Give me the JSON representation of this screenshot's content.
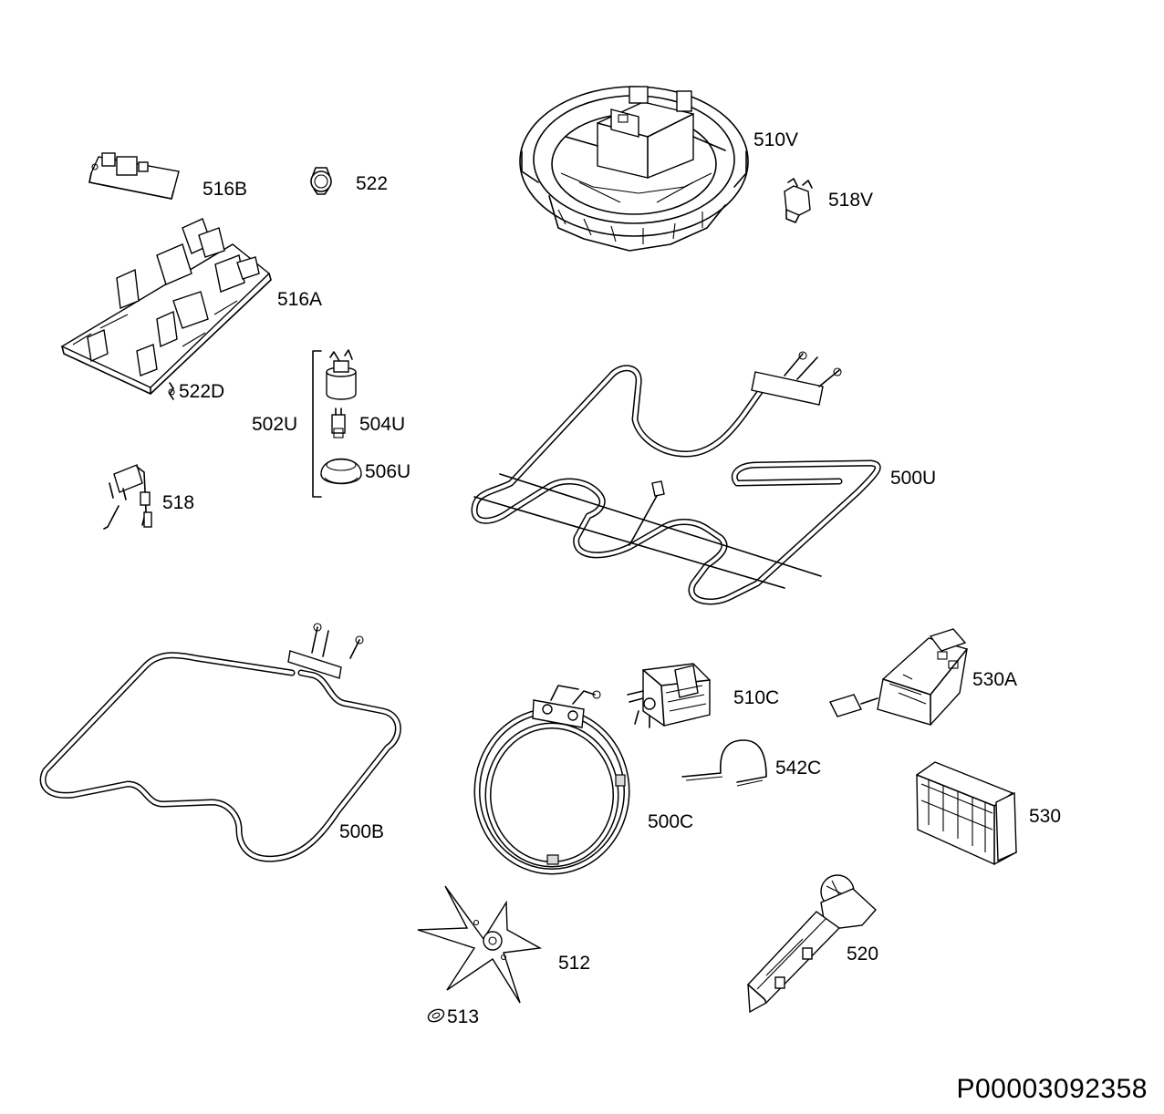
{
  "diagram": {
    "document_id": "P00003092358",
    "parts": [
      {
        "id": "516B",
        "label": "516B"
      },
      {
        "id": "522",
        "label": "522"
      },
      {
        "id": "510V",
        "label": "510V"
      },
      {
        "id": "518V",
        "label": "518V"
      },
      {
        "id": "516A",
        "label": "516A"
      },
      {
        "id": "522D",
        "label": "522D"
      },
      {
        "id": "502U",
        "label": "502U"
      },
      {
        "id": "504U",
        "label": "504U"
      },
      {
        "id": "506U",
        "label": "506U"
      },
      {
        "id": "518",
        "label": "518"
      },
      {
        "id": "500U",
        "label": "500U"
      },
      {
        "id": "500B",
        "label": "500B"
      },
      {
        "id": "510C",
        "label": "510C"
      },
      {
        "id": "530A",
        "label": "530A"
      },
      {
        "id": "542C",
        "label": "542C"
      },
      {
        "id": "500C",
        "label": "500C"
      },
      {
        "id": "530",
        "label": "530"
      },
      {
        "id": "512",
        "label": "512"
      },
      {
        "id": "520",
        "label": "520"
      },
      {
        "id": "513",
        "label": "513"
      }
    ]
  }
}
